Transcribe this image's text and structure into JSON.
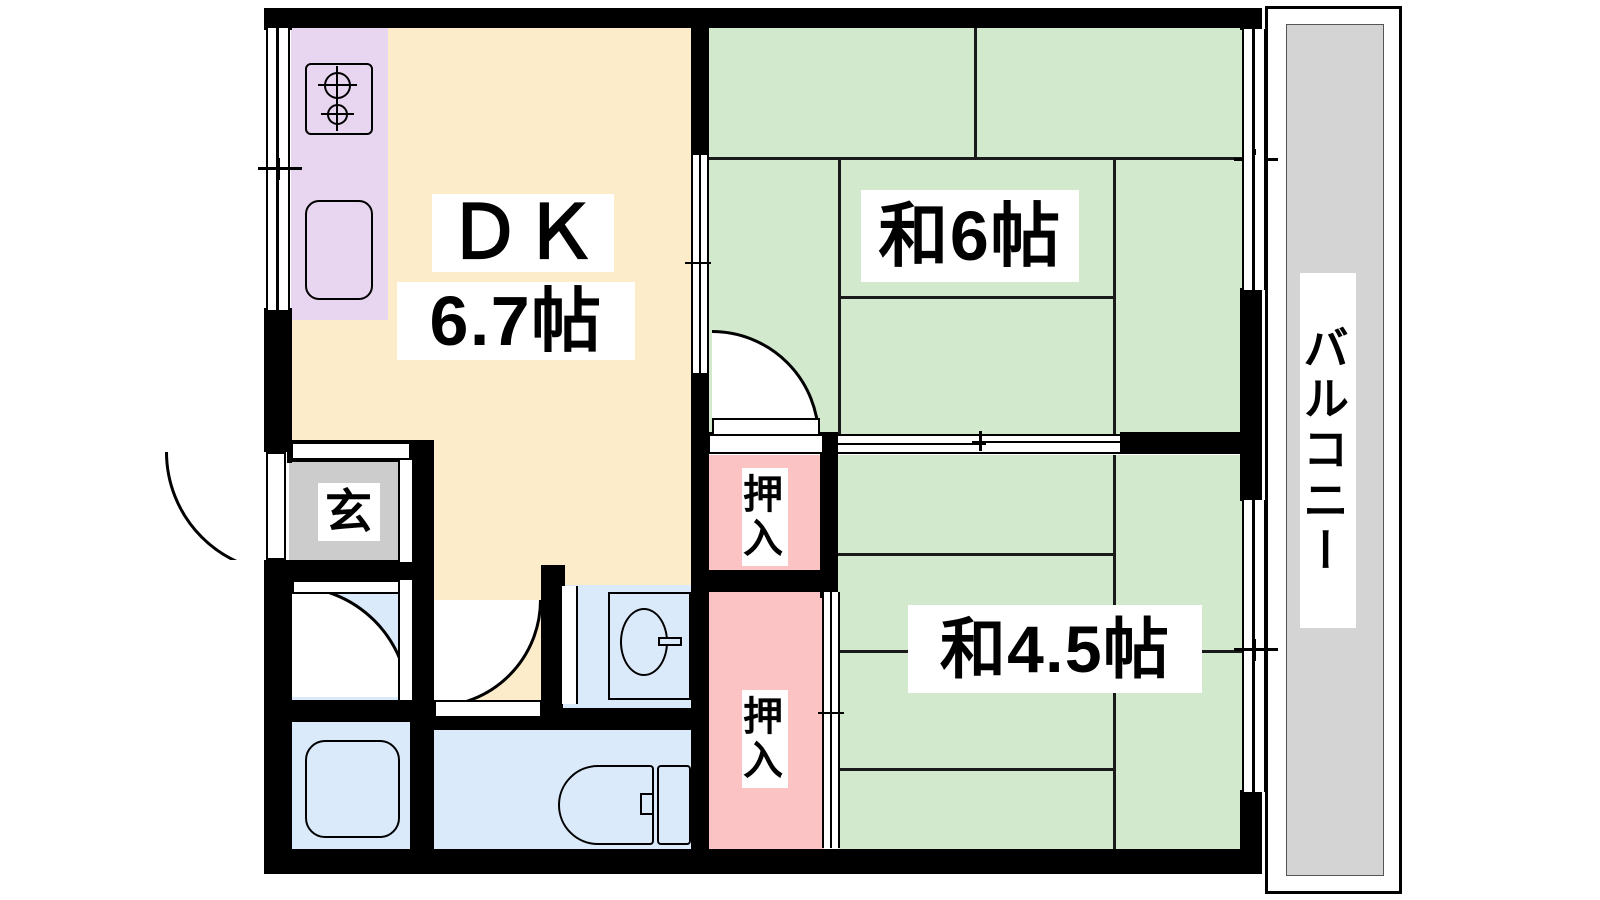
{
  "plan": {
    "type": "japanese-apartment-floor-plan",
    "layout_code": "2DK",
    "rooms": [
      {
        "id": "dk",
        "label": "ＤＫ\n6.7帖",
        "name_ja": "ダイニングキッチン",
        "size_jo": 6.7,
        "fill": "#fdecca"
      },
      {
        "id": "washitsu6",
        "label": "和6帖",
        "name_ja": "和室",
        "size_jo": 6.0,
        "fill": "#d3e9cd"
      },
      {
        "id": "washitsu45",
        "label": "和4.5帖",
        "name_ja": "和室",
        "size_jo": 4.5,
        "fill": "#d3e9cd"
      },
      {
        "id": "genkan",
        "label": "玄",
        "name_ja": "玄関",
        "fill": "#cccccc"
      },
      {
        "id": "oshiire1",
        "label": "押入",
        "name_ja": "押入",
        "fill": "#fbc3c3"
      },
      {
        "id": "oshiire2",
        "label": "押入",
        "name_ja": "押入",
        "fill": "#fbc3c3"
      },
      {
        "id": "balcony",
        "label": "バルコニー",
        "name_ja": "バルコニー",
        "fill": "#d4d4d4"
      },
      {
        "id": "bath",
        "label": "",
        "name_ja": "浴室",
        "fill": "#daeafb"
      },
      {
        "id": "washroom",
        "label": "",
        "name_ja": "洗面所",
        "fill": "#daeafb"
      },
      {
        "id": "toilet",
        "label": "",
        "name_ja": "トイレ",
        "fill": "#daeafb"
      },
      {
        "id": "kitchen",
        "label": "",
        "name_ja": "キッチン",
        "fill": "#e8d6f0"
      }
    ],
    "labels": {
      "dk_line1": "ＤＫ",
      "dk_line2": "6.7帖",
      "washitsu6": "和6帖",
      "washitsu45": "和4.5帖",
      "genkan": "玄",
      "oshiire_upper": "押入",
      "oshiire_lower": "押入",
      "balcony": "バルコニー"
    },
    "colors": {
      "wall": "#000000",
      "dk": "#fdecca",
      "tatami": "#d3e9cd",
      "kitchen": "#e8d6f0",
      "water": "#daeafb",
      "closet": "#fbc3c3",
      "genkan": "#cccccc",
      "balcony": "#d4d4d4",
      "outline": "#000000",
      "background": "#ffffff"
    },
    "fixtures": [
      {
        "id": "stove",
        "name": "gas-stove-2-burner",
        "burners": 2
      },
      {
        "id": "sink",
        "name": "kitchen-sink"
      },
      {
        "id": "bathtub",
        "name": "bathtub"
      },
      {
        "id": "basin",
        "name": "wash-basin"
      },
      {
        "id": "wc",
        "name": "toilet-bowl"
      }
    ],
    "openings": [
      {
        "id": "entrance-door",
        "name": "genkan-entry-door",
        "type": "hinged",
        "swing": "out-left"
      },
      {
        "id": "dk-to-wa6-door",
        "name": "dk-to-washitsu6-door",
        "type": "hinged",
        "swing": "in"
      },
      {
        "id": "dk-hall-door",
        "name": "dk-hallway-door",
        "type": "hinged",
        "swing": "in"
      },
      {
        "id": "bath-door",
        "name": "bath-door",
        "type": "hinged",
        "swing": "in"
      },
      {
        "id": "fusuma-between",
        "name": "fusuma-between-rooms",
        "type": "sliding"
      },
      {
        "id": "balcony-door-1",
        "name": "balcony-sliding-door-upper",
        "type": "sliding-glass"
      },
      {
        "id": "balcony-door-2",
        "name": "balcony-sliding-door-lower",
        "type": "sliding-glass"
      },
      {
        "id": "kitchen-window",
        "name": "kitchen-window",
        "type": "sliding-glass"
      },
      {
        "id": "oshiire-door-1",
        "name": "oshiire-upper-door",
        "type": "sliding"
      },
      {
        "id": "oshiire-door-2",
        "name": "oshiire-lower-door",
        "type": "sliding"
      }
    ]
  }
}
